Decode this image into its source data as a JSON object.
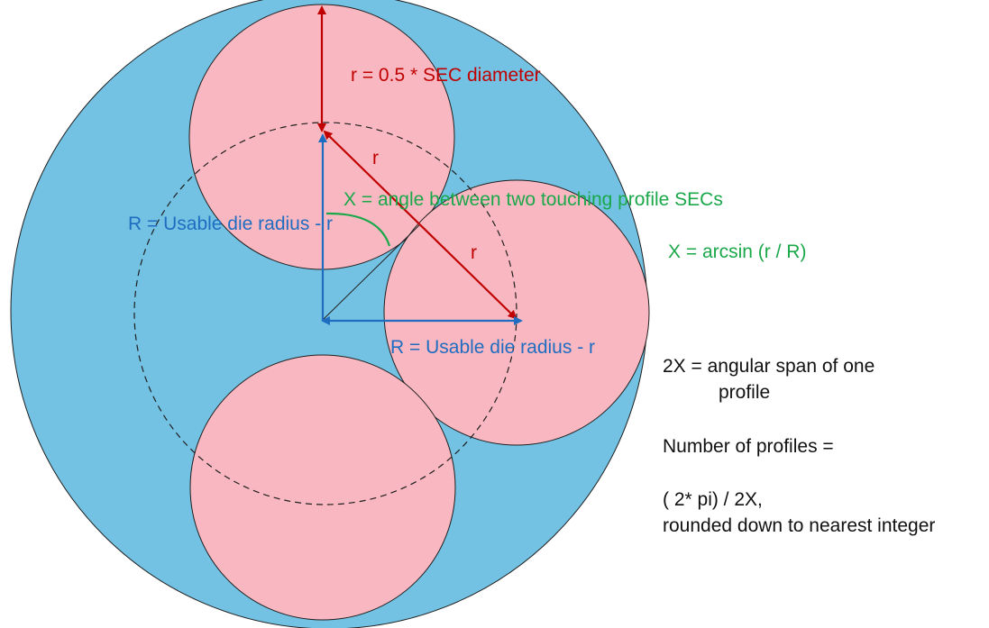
{
  "colors": {
    "die": "#73c2e3",
    "profile_sec": "#f9b8c1",
    "red": "#c00000",
    "blue": "#1f6dc1",
    "green": "#1aa84a",
    "text": "#111111"
  },
  "labels": {
    "r_definition": "r = 0.5 * SEC diameter",
    "r_upper": "r",
    "r_lower": "r",
    "x_definition": "X = angle between two touching profile SECs",
    "big_r_vertical": "R = Usable die radius - r",
    "big_r_horizontal": "R = Usable die radius - r",
    "x_formula": "X = arcsin (r / R)"
  },
  "notes": {
    "span_line1": "2X = angular span of one",
    "span_line2": "profile",
    "count_line1": "Number of profiles =",
    "formula_line1": "( 2* pi) / 2X,",
    "formula_line2": "rounded down to nearest integer"
  }
}
